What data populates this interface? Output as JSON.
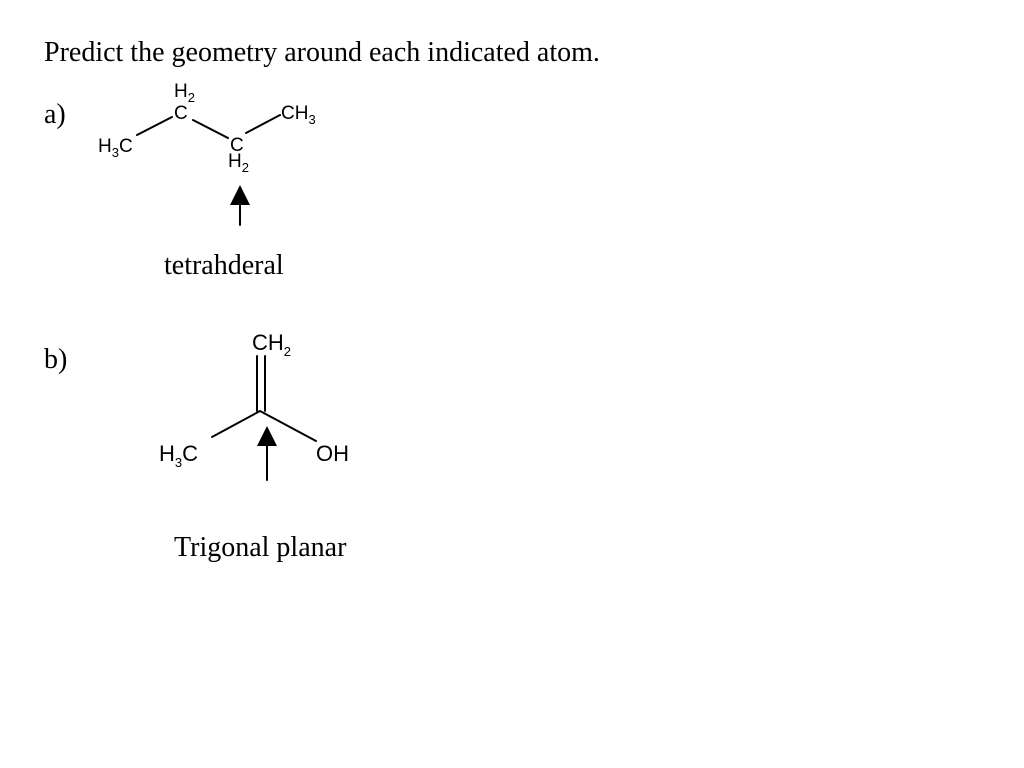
{
  "question": {
    "title": "Predict the geometry around each indicated atom."
  },
  "part_a": {
    "label": "a)",
    "answer": "tetrahderal",
    "structure": {
      "top_carbon": {
        "h": "H",
        "h_count": "2",
        "c": "C"
      },
      "bottom_carbon": {
        "c": "C",
        "h": "H",
        "h_count": "2"
      },
      "left_methyl": {
        "h": "H",
        "h_count": "3",
        "c": "C"
      },
      "right_methyl": {
        "c": "C",
        "h": "H",
        "h_count": "3"
      }
    }
  },
  "part_b": {
    "label": "b)",
    "answer": "Trigonal planar",
    "structure": {
      "top_group": {
        "c": "C",
        "h": "H",
        "h_count": "2"
      },
      "left_group": {
        "h": "H",
        "h_count": "3",
        "c": "C"
      },
      "right_group": {
        "text": "OH"
      }
    }
  },
  "style": {
    "text_color": "#000000",
    "background": "#ffffff"
  }
}
